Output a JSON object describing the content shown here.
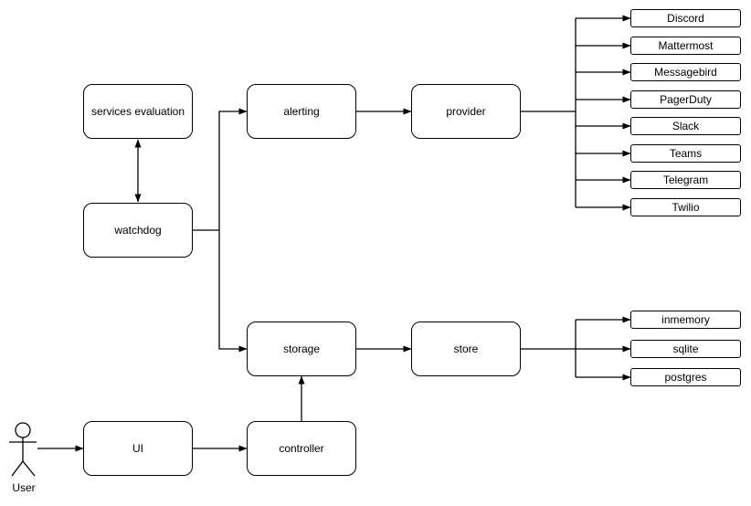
{
  "colors": {
    "background": "#ffffff",
    "node_fill": "#ffffff",
    "stroke": "#000000",
    "text": "#000000"
  },
  "diagram": {
    "actor": {
      "label": "User"
    },
    "nodes": {
      "services_evaluation": {
        "label": "services evaluation"
      },
      "watchdog": {
        "label": "watchdog"
      },
      "alerting": {
        "label": "alerting"
      },
      "provider": {
        "label": "provider"
      },
      "storage": {
        "label": "storage"
      },
      "store": {
        "label": "store"
      },
      "ui": {
        "label": "UI"
      },
      "controller": {
        "label": "controller"
      }
    },
    "provider_types": [
      "Discord",
      "Mattermost",
      "Messagebird",
      "PagerDuty",
      "Slack",
      "Teams",
      "Telegram",
      "Twilio"
    ],
    "store_types": [
      "inmemory",
      "sqlite",
      "postgres"
    ]
  }
}
